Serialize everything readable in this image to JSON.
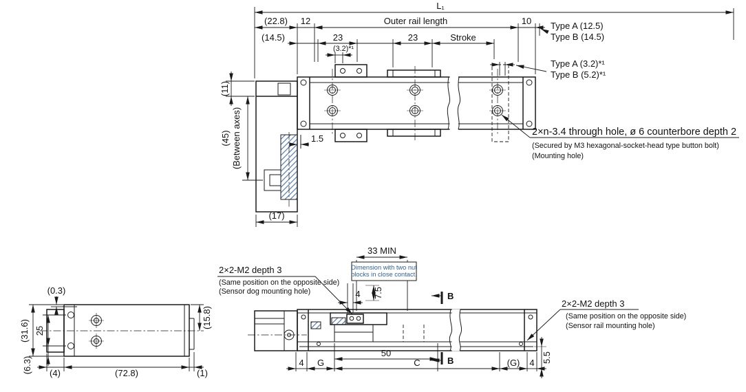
{
  "drawing": {
    "top": {
      "L1": "L₁",
      "d22_8": "(22.8)",
      "d12": "12",
      "outer_rail": "Outer rail length",
      "d10": "10",
      "typeA_len": "Type A (12.5)",
      "typeB_len": "Type B (14.5)",
      "d14_5": "(14.5)",
      "d23a": "23",
      "d3_2": "(3.2)*¹",
      "d23b": "23",
      "stroke": "Stroke",
      "typeA_off": "Type A (3.2)*¹",
      "typeB_off": "Type B (5.2)*¹",
      "d11": "(11)",
      "d45": "(45)",
      "between_axes": "(Between axes)",
      "d1_5": "1.5",
      "d17": "(17)",
      "callout1": "2×n-3.4 through hole, ø 6 counterbore depth 2",
      "callout2": "(Secured by M3 hexagonal-socket-head type button bolt)",
      "callout3": "(Mounting hole)"
    },
    "end": {
      "d0_3": "(0.3)",
      "d31_6": "(31.6)",
      "d25": "25",
      "d6_3": "(6.3)",
      "d4": "(4)",
      "d72_8": "(72.8)",
      "d1": "(1)",
      "d15_8": "(15.8)"
    },
    "side": {
      "d33min": "33 MIN",
      "note1": "Dimension with two nut",
      "note2": "blocks in close contact.",
      "d4dog": "4",
      "d7_5": "7.5",
      "sectionB": "B",
      "dog1": "2×2-M2 depth 3",
      "dog2": "(Same position on the opposite side)",
      "dog3": "(Sensor dog mounting hole)",
      "rail1": "2×2-M2 depth 3",
      "rail2": "(Same position on the opposite side)",
      "rail3": "(Sensor rail mounting hole)",
      "d4l": "4",
      "dGl": "G",
      "d50": "50",
      "dC": "C",
      "dGr": "(G)",
      "d4r": "4",
      "d5_5": "5.5"
    },
    "colors": {
      "line": "#1a1a1a",
      "hatch": "#4a6d9c",
      "note_text": "#35608c"
    }
  }
}
